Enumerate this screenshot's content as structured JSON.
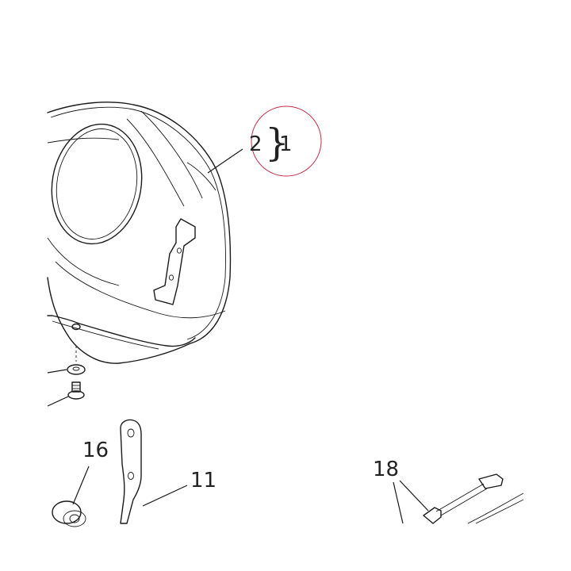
{
  "callouts": {
    "part_2": "2",
    "brace": "}",
    "part_1": "1",
    "part_16": "16",
    "part_11": "11",
    "part_18": "18"
  },
  "colors": {
    "line": "#1a1a1a",
    "highlight_circle": "#c0304a",
    "background": "#ffffff"
  }
}
